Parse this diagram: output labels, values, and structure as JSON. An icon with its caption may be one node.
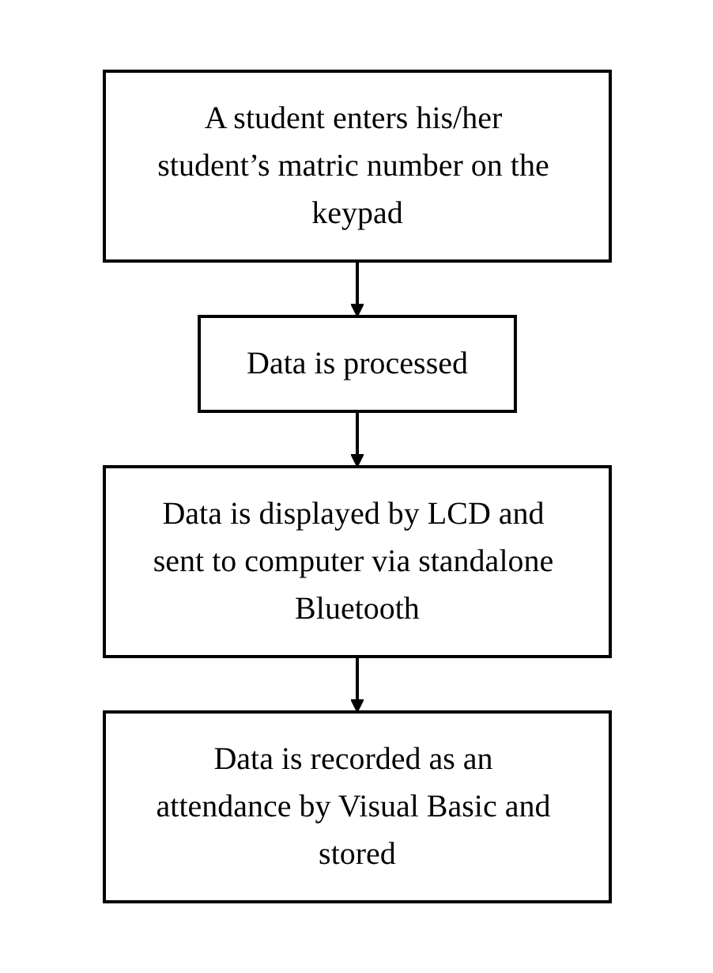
{
  "diagram": {
    "nodes": [
      {
        "text": [
          "A student enters his/her student’s matric number on the keypad"
        ]
      },
      {
        "text": [
          "Data is processed"
        ]
      },
      {
        "text": [
          "Data is displayed by LCD and sent to computer via standalone Bluetooth"
        ]
      },
      {
        "text": [
          "Data is recorded as an attendance by Visual Basic and stored"
        ]
      }
    ],
    "edges": [
      {
        "from": 0,
        "to": 1,
        "arrow": "to"
      },
      {
        "from": 1,
        "to": 2,
        "arrow": "to"
      },
      {
        "from": 2,
        "to": 3,
        "arrow": "to"
      }
    ]
  }
}
